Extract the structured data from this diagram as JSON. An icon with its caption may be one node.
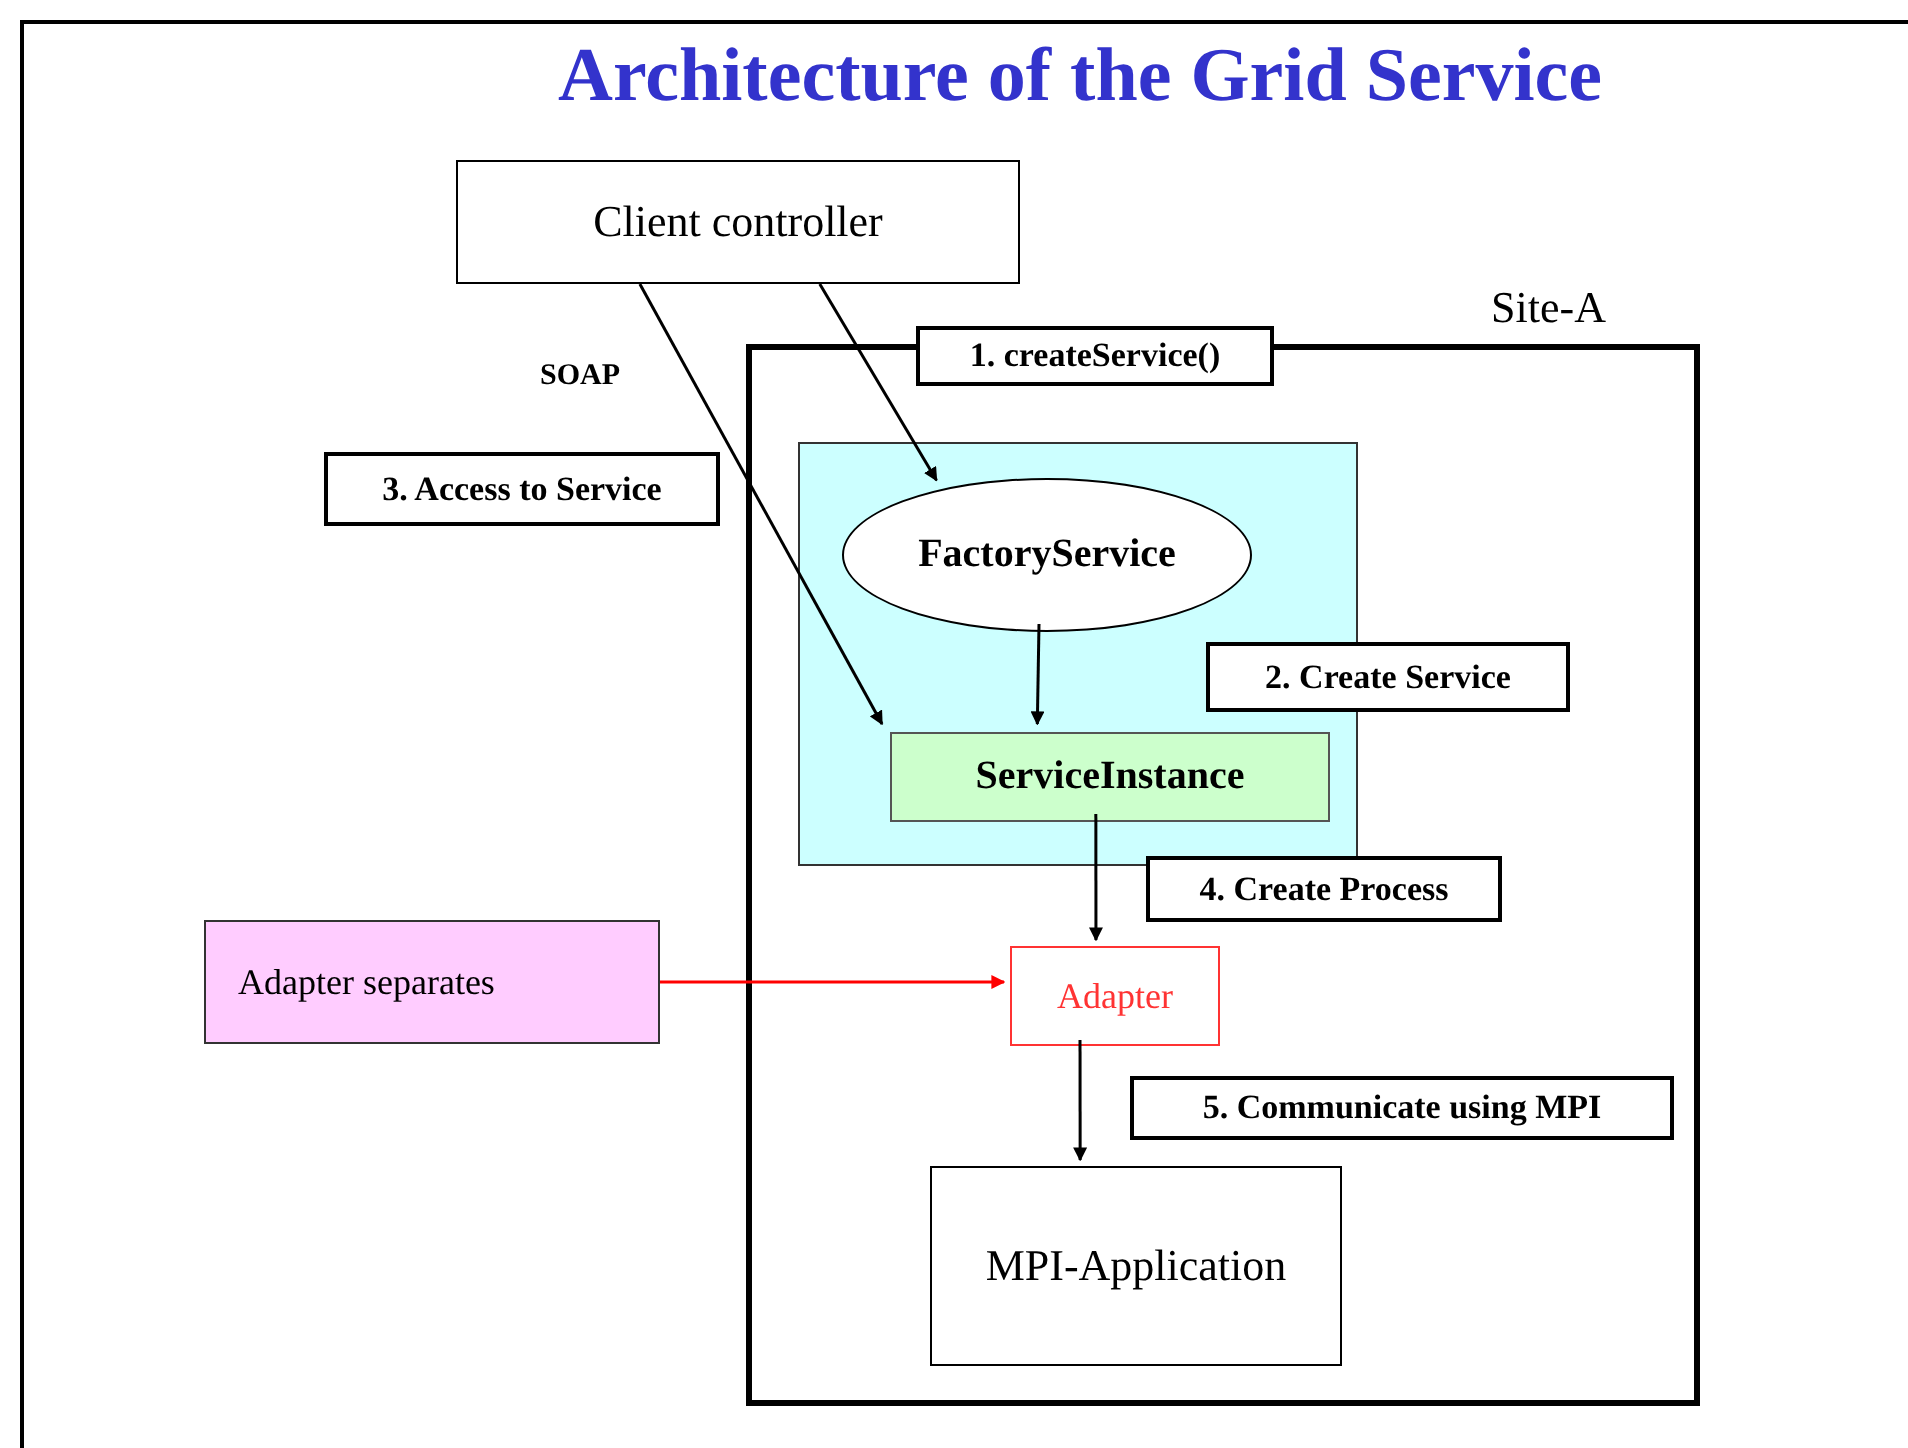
{
  "diagram": {
    "title": "Architecture of the Grid Service",
    "nodes": [
      {
        "text": [
          "Client controller"
        ]
      },
      {
        "text": [
          "Site-A"
        ]
      },
      {
        "text": [],
        "shape": "box",
        "in": 1
      },
      {
        "text": [
          "FactoryService"
        ],
        "in": 2
      },
      {
        "text": [
          "ServiceInstance"
        ],
        "in": 2
      },
      {
        "text": [
          "Adapter"
        ],
        "in": 1
      },
      {
        "text": [
          "MPI-Application"
        ],
        "in": 1
      },
      {
        "text": [
          "1. createService()"
        ]
      },
      {
        "text": [
          "2. Create Service"
        ],
        "in": 1
      },
      {
        "text": [
          "3. Access to Service"
        ]
      },
      {
        "text": [
          "4. Create Process"
        ],
        "in": 1
      },
      {
        "text": [
          "5. Communicate using MPI"
        ],
        "in": 1
      },
      {
        "text": [
          "Adapter separates"
        ]
      }
    ],
    "edges": [
      {
        "from": 0,
        "to": 3,
        "arrow": "to"
      },
      {
        "from": 0,
        "to": 4,
        "arrow": "to"
      },
      {
        "from": 3,
        "to": 4,
        "arrow": "to"
      },
      {
        "from": 4,
        "to": 5,
        "arrow": "to"
      },
      {
        "from": 5,
        "to": 6,
        "arrow": "to"
      },
      {
        "from": 12,
        "to": 5,
        "arrow": "to",
        "color": "#ff0000"
      }
    ],
    "labels": [
      "SOAP"
    ]
  }
}
